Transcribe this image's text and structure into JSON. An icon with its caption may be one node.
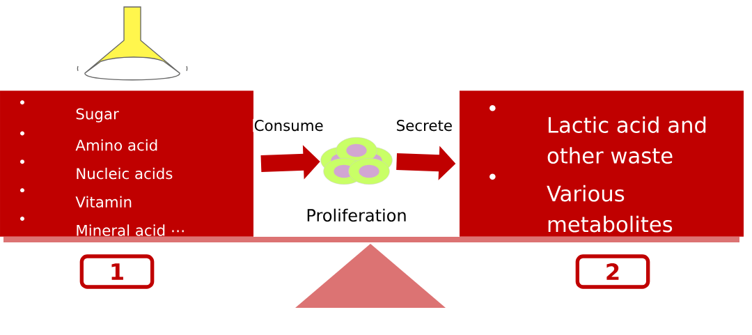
{
  "diagram": {
    "nodes": [
      {
        "text": [
          "Sugar",
          "Amino acid",
          "Nucleic acids",
          "Vitamin",
          "Mineral acid ⋯"
        ]
      },
      {
        "text": [],
        "shape": "picture",
        "beside": [
          "Proliferation"
        ]
      },
      {
        "text": [
          "Lactic acid and other waste",
          "Various metabolites"
        ]
      }
    ],
    "edges": [
      {
        "from": 0,
        "to": 1,
        "arrow": "to",
        "label": "Consume"
      },
      {
        "from": 1,
        "to": 2,
        "arrow": "to",
        "label": "Secrete"
      }
    ],
    "labels": [
      "1",
      "2"
    ]
  }
}
